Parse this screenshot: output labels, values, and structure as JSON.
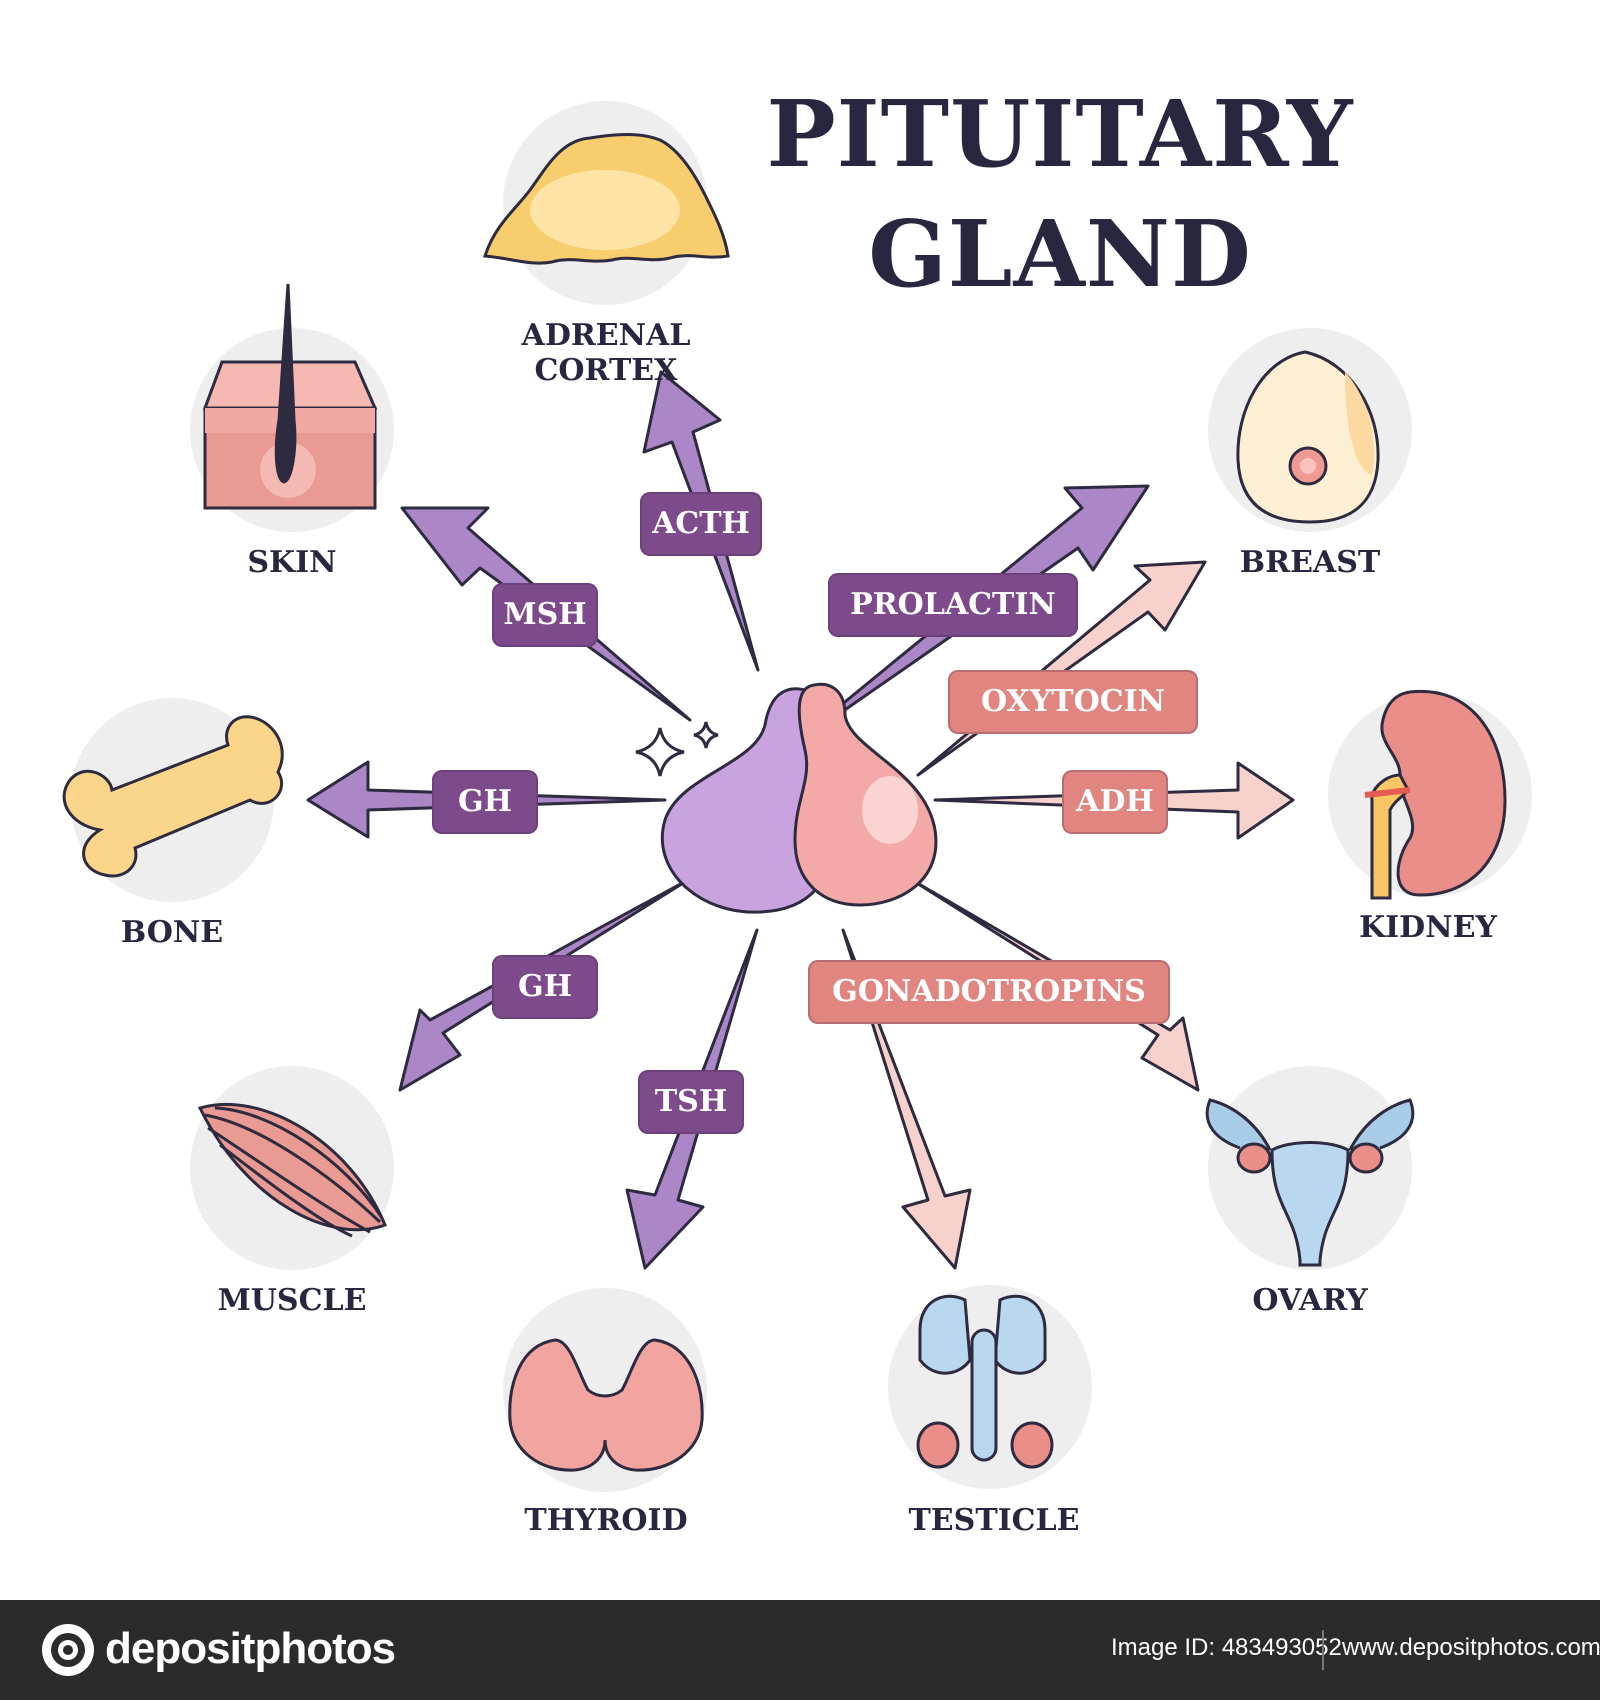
{
  "title": {
    "line1": "PITUITARY",
    "line2": "GLAND"
  },
  "organs": {
    "adrenal_cortex": "ADRENAL CORTEX",
    "skin": "SKIN",
    "breast": "BREAST",
    "bone": "BONE",
    "kidney": "KIDNEY",
    "muscle": "MUSCLE",
    "ovary": "OVARY",
    "thyroid": "THYROID",
    "testicle": "TESTICLE"
  },
  "hormones": {
    "acth": "ACTH",
    "msh": "MSH",
    "prolactin": "PROLACTIN",
    "oxytocin": "OXYTOCIN",
    "gh_bone": "GH",
    "adh": "ADH",
    "gh_muscle": "GH",
    "gonadotropins": "GONADOTROPINS",
    "tsh": "TSH"
  },
  "colors": {
    "anterior_lobe": "#c9a3e0",
    "posterior_lobe": "#f3a9a7",
    "purple_arrow": "#ab87c7",
    "pink_arrow": "#f7d2cc",
    "purple_label": "#7d4a8c",
    "pink_label": "#e18580",
    "text": "#27283f",
    "icon_circle": "#eeeeef"
  },
  "footer": {
    "logo": "depositphotos",
    "image_id": "Image ID: 483493052",
    "url": "www.depositphotos.com"
  }
}
